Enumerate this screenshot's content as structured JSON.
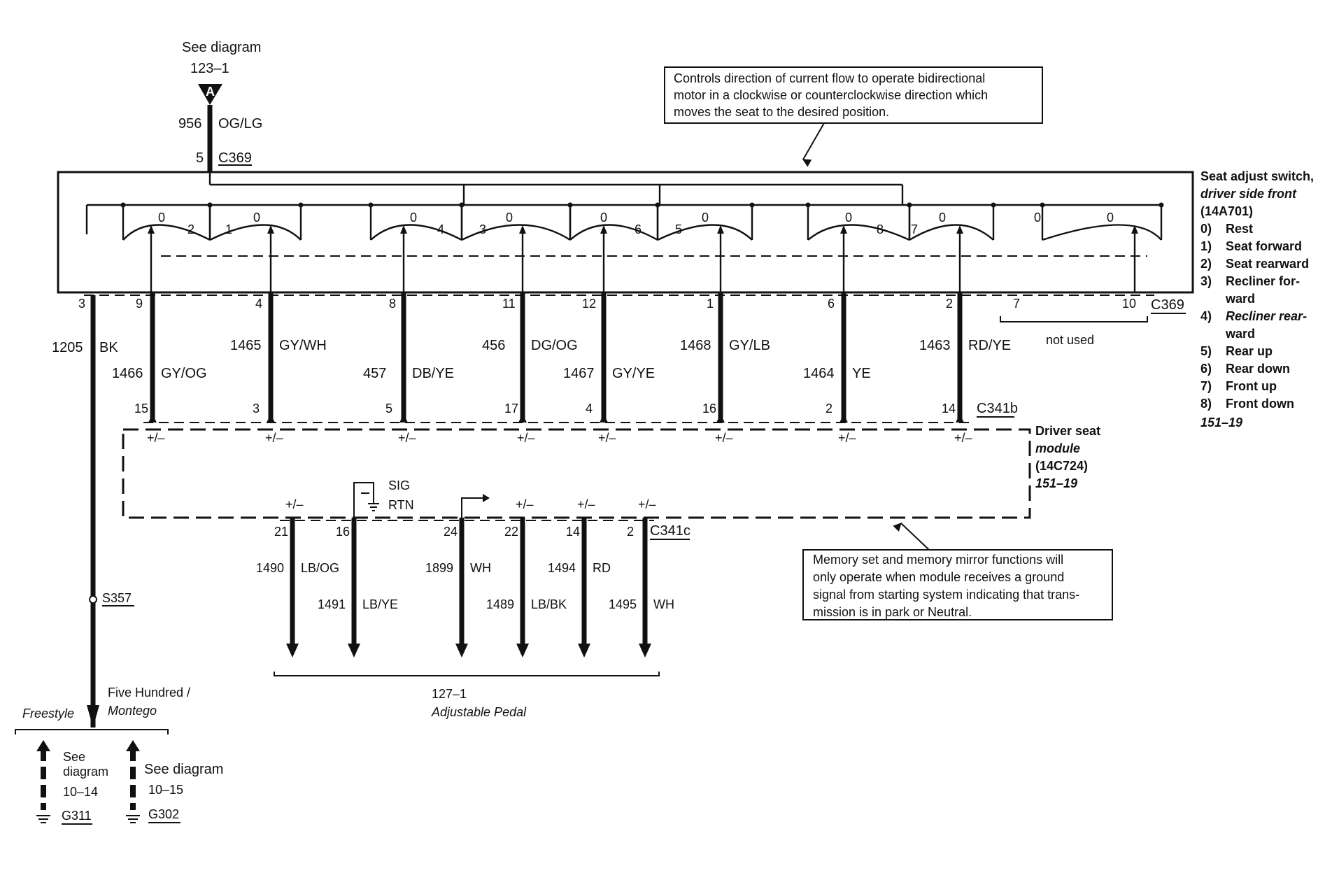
{
  "top_ref": {
    "line1": "See diagram",
    "line2": "123–1",
    "connector_letter": "A"
  },
  "top_wire": {
    "circuit": "956",
    "color": "OG/LG",
    "pin": "5",
    "connector": "C369"
  },
  "note_top": {
    "line1": "Controls direction of current flow to operate bidirectional",
    "line2": "motor in a clockwise or counterclockwise direction which",
    "line3": "moves the seat to the desired position."
  },
  "switch_legend": {
    "title_line1": "Seat adjust switch,",
    "title_line2": "driver side front",
    "part_no": "(14A701)",
    "items": [
      {
        "num": "0)",
        "label": "Rest"
      },
      {
        "num": "1)",
        "label": "Seat forward"
      },
      {
        "num": "2)",
        "label": "Seat rearward"
      },
      {
        "num": "3)",
        "label": "Recliner for-"
      },
      {
        "num": "",
        "label": "ward"
      },
      {
        "num": "4)",
        "label": "Recliner rear-"
      },
      {
        "num": "",
        "label": "ward"
      },
      {
        "num": "5)",
        "label": "Rear up"
      },
      {
        "num": "6)",
        "label": "Rear down"
      },
      {
        "num": "7)",
        "label": "Front up"
      },
      {
        "num": "8)",
        "label": "Front down"
      }
    ],
    "ref": "151–19"
  },
  "switch_positions": [
    "0",
    "2",
    "1",
    "0",
    "0",
    "4",
    "3",
    "0",
    "0",
    "6",
    "5",
    "0",
    "0",
    "8",
    "7",
    "0",
    "0",
    "0"
  ],
  "c369_pins": [
    "3",
    "9",
    "4",
    "8",
    "11",
    "12",
    "1",
    "6",
    "2",
    "7",
    "10"
  ],
  "c369_label": "C369",
  "not_used": "not used",
  "ground_wire": {
    "circuit": "1205",
    "color": "BK",
    "splice": "S357"
  },
  "seat_wires": [
    {
      "circuit": "1466",
      "color": "GY/OG",
      "pin": "15"
    },
    {
      "circuit": "1465",
      "color": "GY/WH",
      "pin": "3"
    },
    {
      "circuit": "457",
      "color": "DB/YE",
      "pin": "5"
    },
    {
      "circuit": "456",
      "color": "DG/OG",
      "pin": "17"
    },
    {
      "circuit": "1467",
      "color": "GY/YE",
      "pin": "4"
    },
    {
      "circuit": "1468",
      "color": "GY/LB",
      "pin": "16"
    },
    {
      "circuit": "1464",
      "color": "YE",
      "pin": "2"
    },
    {
      "circuit": "1463",
      "color": "RD/YE",
      "pin": "14"
    }
  ],
  "c341b_label": "C341b",
  "plus_minus": "+/–",
  "module": {
    "line1": "Driver seat",
    "line2": "module",
    "part_no": "(14C724)",
    "ref": "151–19"
  },
  "sig_label": "SIG",
  "rtn_label": "RTN",
  "pedal_wires": [
    {
      "circuit": "1490",
      "color": "LB/OG",
      "pin": "21"
    },
    {
      "circuit": "1491",
      "color": "LB/YE",
      "pin": "16"
    },
    {
      "circuit": "1899",
      "color": "WH",
      "pin": "24"
    },
    {
      "circuit": "1489",
      "color": "LB/BK",
      "pin": "22"
    },
    {
      "circuit": "1494",
      "color": "RD",
      "pin": "14"
    },
    {
      "circuit": "1495",
      "color": "WH",
      "pin": "2"
    }
  ],
  "c341c_label": "C341c",
  "note_bottom": {
    "line1": "Memory set and memory mirror functions will",
    "line2": "only operate when module receives a ground",
    "line3": "signal from starting system indicating that trans-",
    "line4": "mission is in park or Neutral."
  },
  "pedal_ref": {
    "line1": "127–1",
    "line2": "Adjustable Pedal"
  },
  "variants": {
    "left_label": "Freestyle",
    "right_label_line1": "Five Hundred /",
    "right_label_line2": "Montego",
    "left_ref_line1": "See",
    "left_ref_line2": "diagram",
    "left_ref_line3": "10–14",
    "left_ground": "G311",
    "right_ref_line1": "See diagram",
    "right_ref_line2": "10–15",
    "right_ground": "G302"
  }
}
